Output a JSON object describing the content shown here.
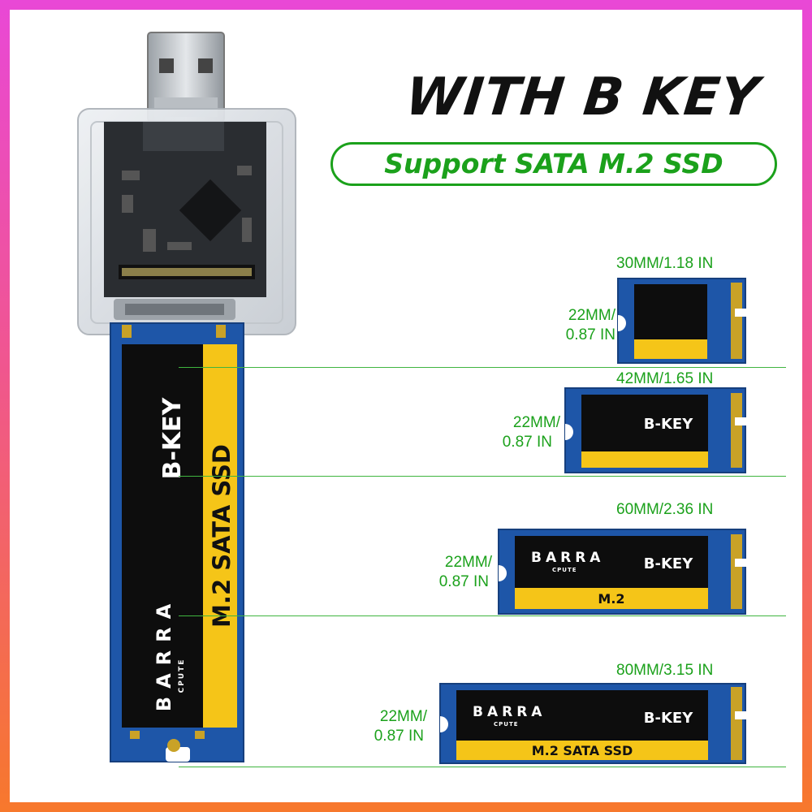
{
  "heading": {
    "title": "WITH B KEY",
    "subtitle": "Support SATA M.2 SSD"
  },
  "colors": {
    "accent_green": "#1ba11b",
    "ssd_black": "#0d0d0d",
    "ssd_yellow": "#f5c518",
    "pcb_blue": "#1e56a8",
    "contact_gold": "#c9a227"
  },
  "main_ssd": {
    "label_key": "B-KEY",
    "label_type": "M.2 SATA SSD",
    "brand": "BARRA",
    "brand_sub": "CPUTE"
  },
  "sizes": [
    {
      "length": "30MM/1.18 IN",
      "width_line1": "22MM/",
      "width_line2": "0.87 IN",
      "key": "",
      "brand": "",
      "brand_sub": "",
      "bar_text": ""
    },
    {
      "length": "42MM/1.65 IN",
      "width_line1": "22MM/",
      "width_line2": "0.87 IN",
      "key": "B-KEY",
      "brand": "",
      "brand_sub": "",
      "bar_text": ""
    },
    {
      "length": "60MM/2.36 IN",
      "width_line1": "22MM/",
      "width_line2": "0.87 IN",
      "key": "B-KEY",
      "brand": "BARRA",
      "brand_sub": "CPUTE",
      "bar_text": "M.2"
    },
    {
      "length": "80MM/3.15 IN",
      "width_line1": "22MM/",
      "width_line2": "0.87 IN",
      "key": "B-KEY",
      "brand": "BARRA",
      "brand_sub": "CPUTE",
      "bar_text": "M.2 SATA SSD"
    }
  ]
}
